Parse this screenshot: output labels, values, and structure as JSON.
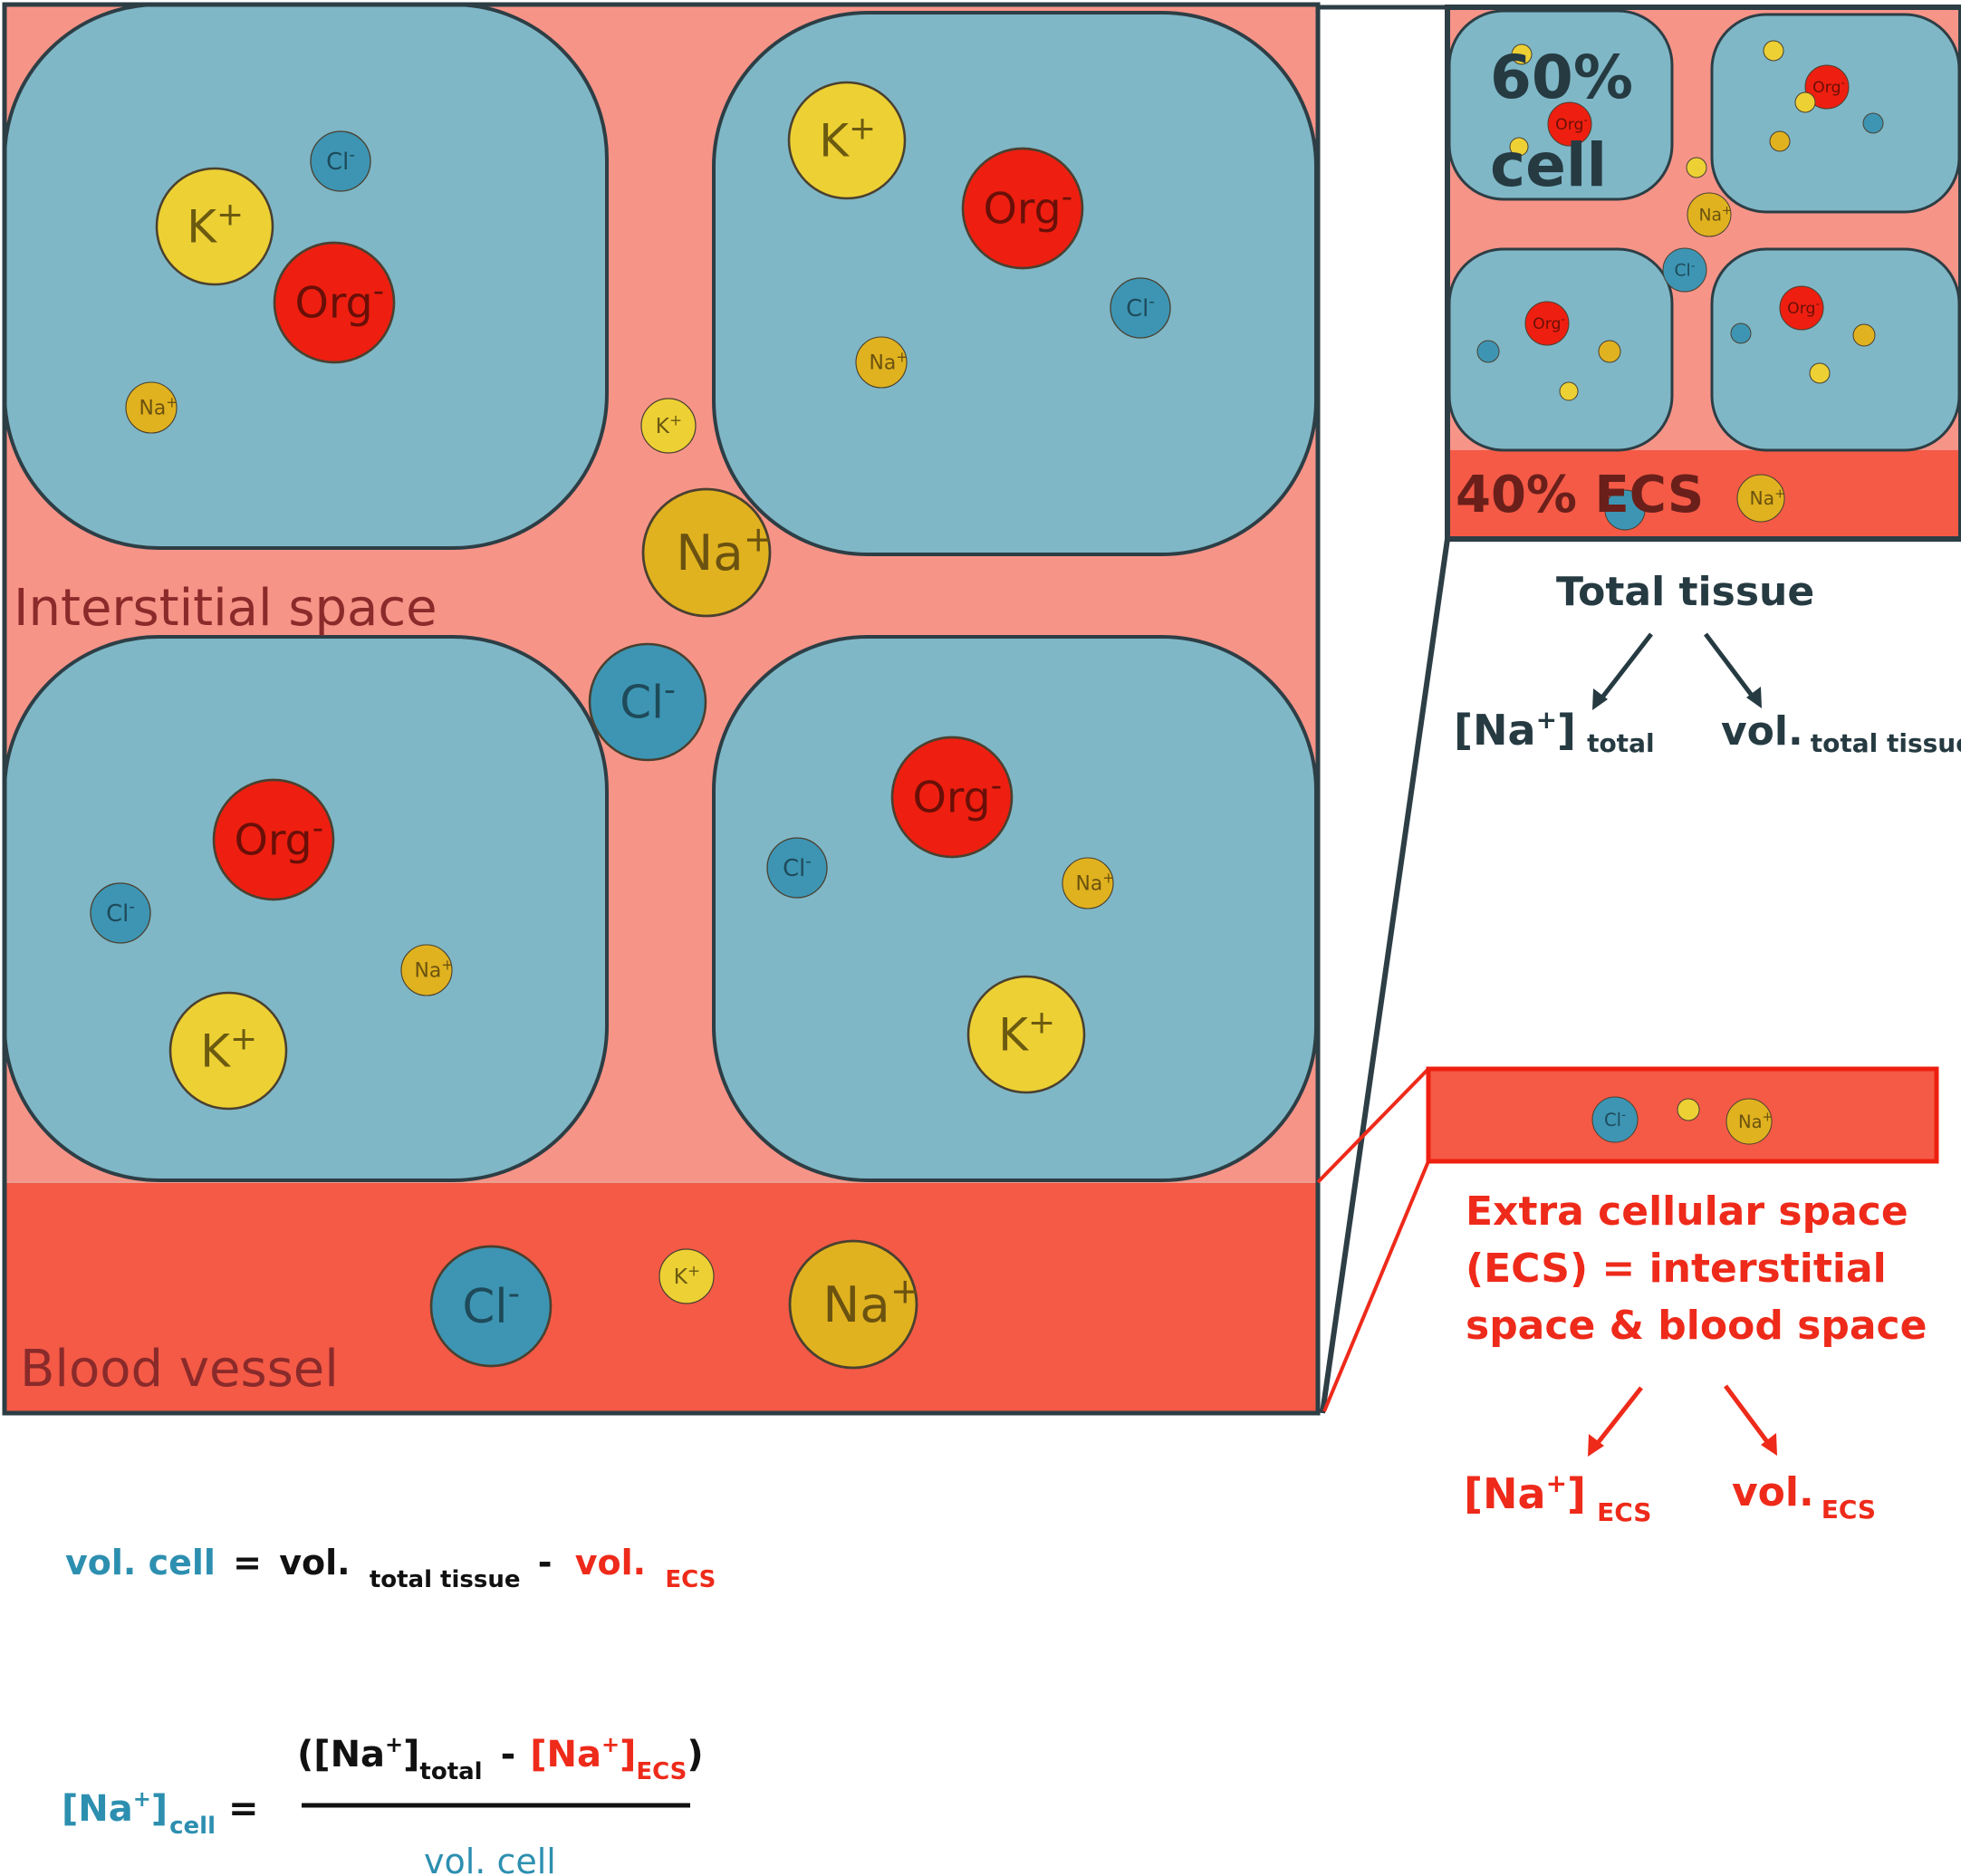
{
  "colors": {
    "cell_fill": "#7fb7c6",
    "interstitial": "#f79488",
    "blood": "#f45a46",
    "outline": "#2d3e45",
    "k_ion": "#edd034",
    "na_ion": "#e0b21f",
    "cl_ion": "#3d95b3",
    "org_ion": "#ee1f10",
    "teal_text": "#2d8fb0",
    "red_text": "#ee2a1a",
    "dark_text": "#263a42",
    "label_text": "#8a2a2a"
  },
  "main_panel": {
    "interstitial_label": "Interstitial space",
    "blood_label": "Blood vessel"
  },
  "ions": {
    "k": "K",
    "na": "Na",
    "cl": "Cl",
    "org": "Org",
    "plus": "+",
    "minus": "-"
  },
  "inset": {
    "cell_percent": "60%",
    "cell_word": "cell",
    "ecs_percent_label": "40% ECS",
    "title": "Total tissue",
    "na_total_label": "[Na",
    "na_total_sup": "+",
    "na_total_close": "]",
    "na_total_sub": "total",
    "vol_label": "vol.",
    "vol_sub": "total tissue"
  },
  "ecs_panel": {
    "description_line1": "Extra cellular space",
    "description_line2": "(ECS) = interstitial",
    "description_line3": "space & blood space",
    "na_label": "[Na",
    "na_sup": "+",
    "na_close": "]",
    "na_sub": "ECS",
    "vol_label": "vol.",
    "vol_sub": "ECS"
  },
  "equations": {
    "vol_cell_lhs": "vol. cell",
    "equals": "=",
    "vol_total": "vol.",
    "vol_total_sub": "total tissue",
    "minus": "-",
    "vol_ecs": "vol.",
    "vol_ecs_sub": "ECS",
    "na_cell_lhs": "[Na",
    "na_cell_sup": "+",
    "na_cell_close": "]",
    "na_cell_sub": "cell",
    "num_open": "([Na",
    "num_sup1": "+",
    "num_close1": "]",
    "num_sub1": "total",
    "num_minus": "-",
    "num_red_open": "[Na",
    "num_sup2": "+",
    "num_red_close": "]",
    "num_sub2": "ECS",
    "num_paren_close": ")",
    "denominator": "vol. cell"
  }
}
